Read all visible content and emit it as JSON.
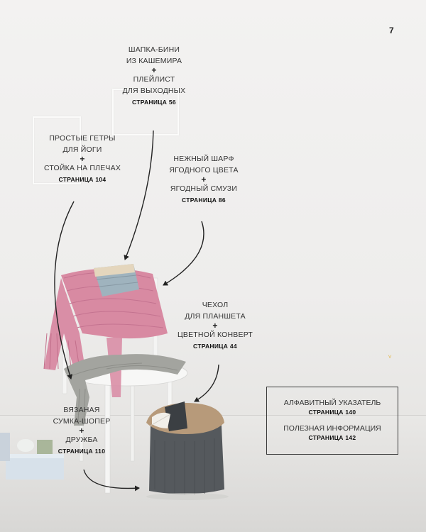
{
  "page_number": "7",
  "items": {
    "beanie": {
      "line1": "ШАПКА-БИНИ",
      "line2": "ИЗ КАШЕМИРА",
      "plus": "+",
      "line3": "ПЛЕЙЛИСТ",
      "line4": "ДЛЯ ВЫХОДНЫХ",
      "ref": "СТРАНИЦА 56"
    },
    "gaiters": {
      "line1": "ПРОСТЫЕ ГЕТРЫ",
      "line2": "ДЛЯ ЙОГИ",
      "plus": "+",
      "line3": "СТОЙКА НА ПЛЕЧАХ",
      "ref": "СТРАНИЦА 104"
    },
    "scarf": {
      "line1": "НЕЖНЫЙ ШАРФ",
      "line2": "ЯГОДНОГО ЦВЕТА",
      "plus": "+",
      "line3": "ЯГОДНЫЙ СМУЗИ",
      "ref": "СТРАНИЦА 86"
    },
    "tablet_case": {
      "line1": "ЧЕХОЛ",
      "line2": "ДЛЯ ПЛАНШЕТА",
      "plus": "+",
      "line3": "ЦВЕТНОЙ КОНВЕРТ",
      "ref": "СТРАНИЦА 44"
    },
    "bag": {
      "line1": "ВЯЗАНАЯ",
      "line2": "СУМКА-ШОПЕР",
      "plus": "+",
      "line3": "ДРУЖБА",
      "ref": "СТРАНИЦА 110"
    }
  },
  "index_box": {
    "index_label": "АЛФАВИТНЫЙ УКАЗАТЕЛЬ",
    "index_ref": "СТРАНИЦА 140",
    "info_label": "ПОЛЕЗНАЯ ИНФОРМАЦИЯ",
    "info_ref": "СТРАНИЦА 142"
  },
  "colors": {
    "pink_scarf": "#d88aa2",
    "grey_knit": "#a3a49f",
    "bag_grey": "#55595d",
    "bag_cuff": "#b79a7a"
  }
}
